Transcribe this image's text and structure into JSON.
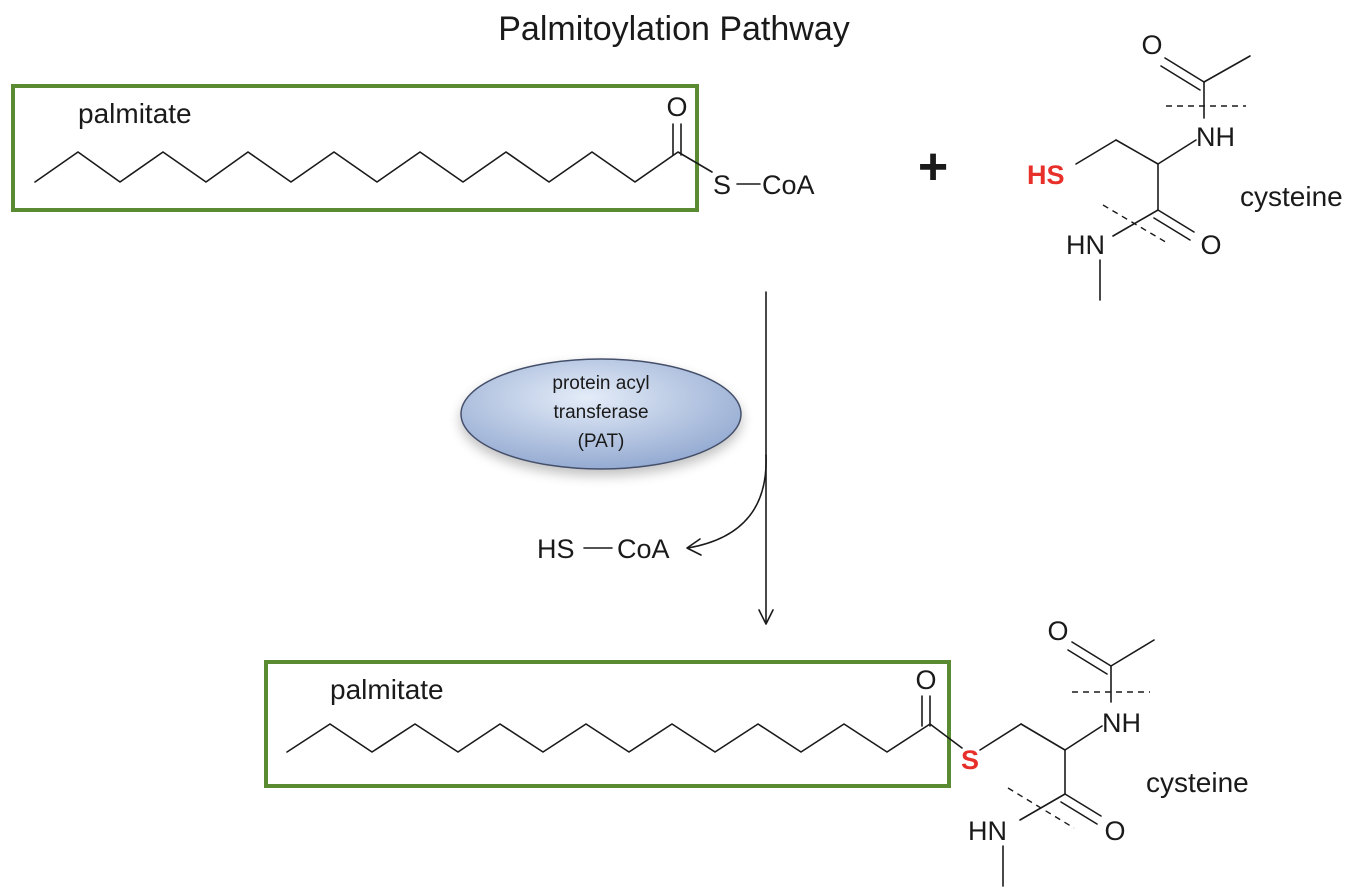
{
  "title": "Palmitoylation Pathway",
  "reactant": {
    "fatty_acid_label": "palmitate",
    "carbonyl_oxygen": "O",
    "thioester_sulfur": "S",
    "coenzyme": "CoA",
    "plus_sign": "+",
    "cysteine": {
      "thiol_group": "HS",
      "amide_oxygen_top": "O",
      "amide_nh_top": "NH",
      "carbonyl_oxygen": "O",
      "amide_hn_bottom": "HN",
      "label": "cysteine"
    }
  },
  "enzyme": {
    "lines": [
      "protein acyl",
      "transferase",
      "(PAT)"
    ]
  },
  "byproduct": {
    "thiol": "HS",
    "coenzyme": "CoA"
  },
  "product": {
    "fatty_acid_label": "palmitate",
    "carbonyl_oxygen": "O",
    "thioester_sulfur": "S",
    "cysteine": {
      "amide_oxygen_top": "O",
      "amide_nh_top": "NH",
      "carbonyl_oxygen": "O",
      "amide_hn_bottom": "HN",
      "label": "cysteine"
    }
  },
  "colors": {
    "box_border": "#5a8a32",
    "highlight_atom": "#e8302a",
    "enzyme_fill_top": "#e4ecf8",
    "enzyme_fill_bottom": "#8fa6cf",
    "enzyme_border": "#44506a"
  }
}
